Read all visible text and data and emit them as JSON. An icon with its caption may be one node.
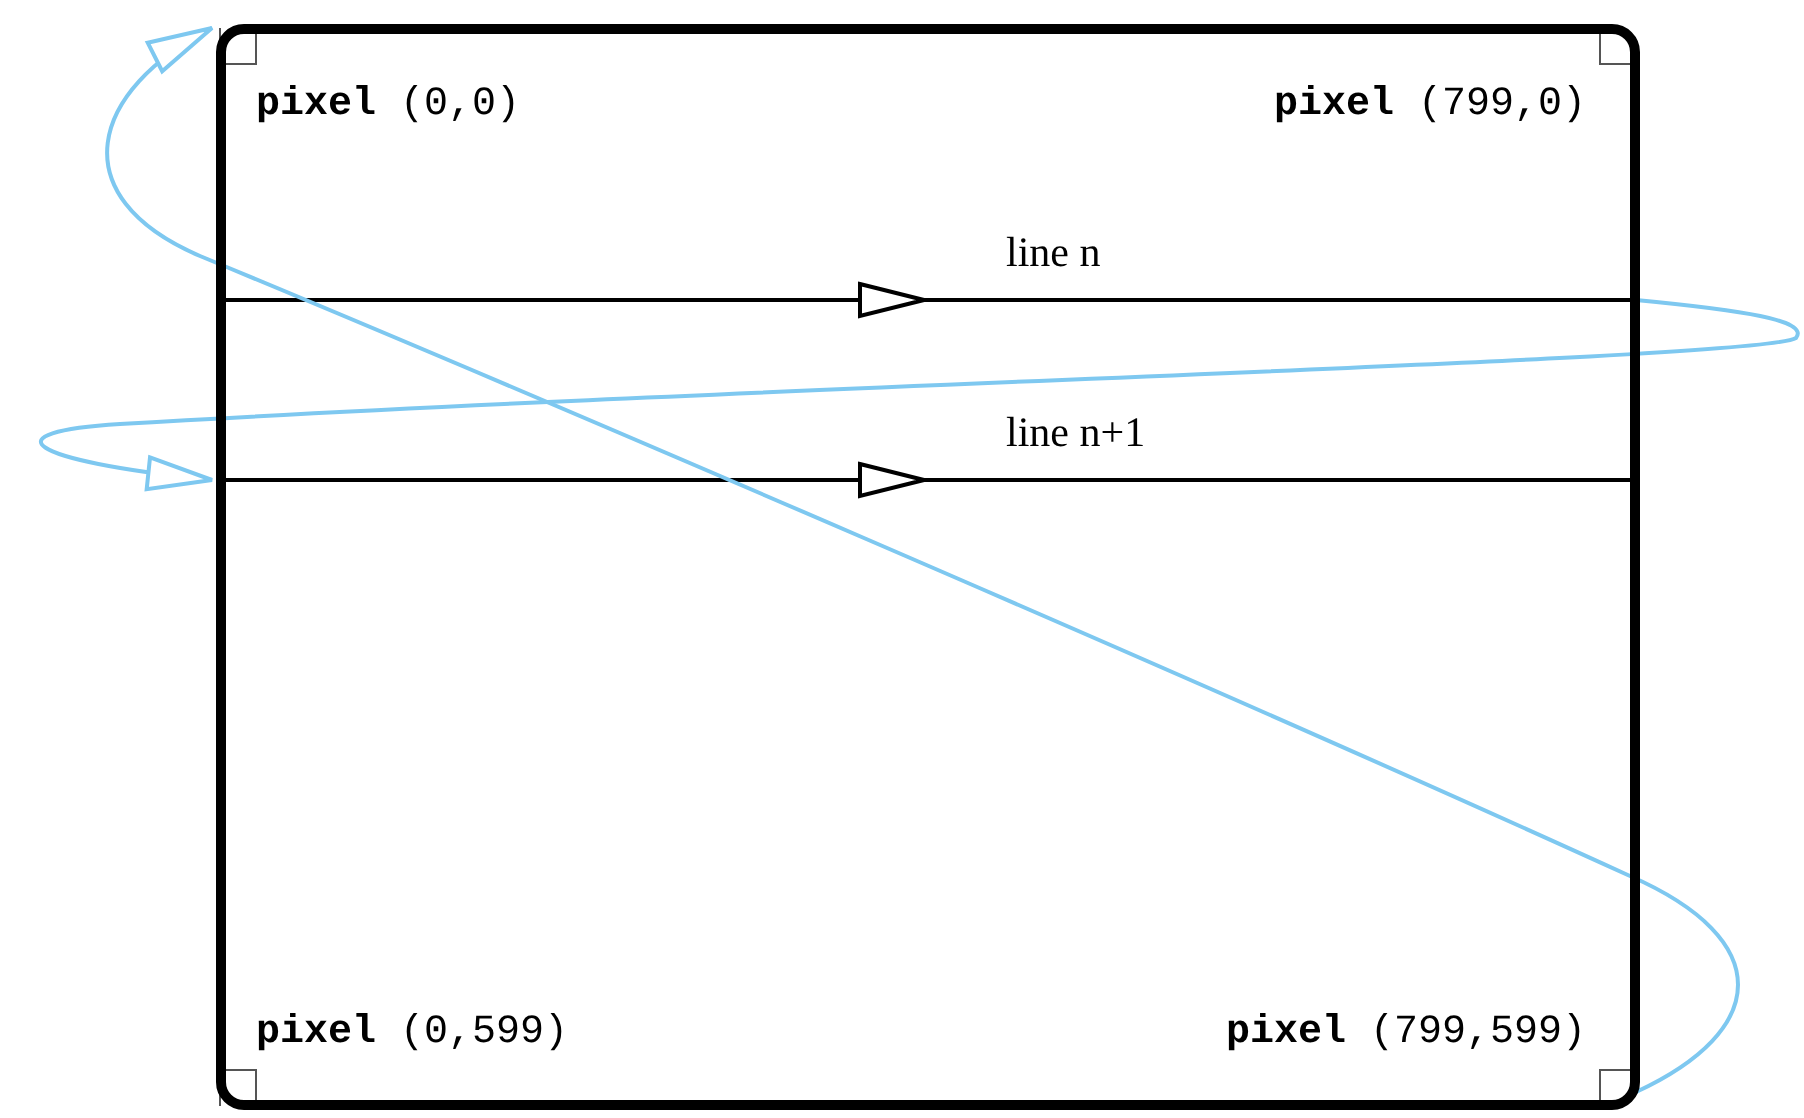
{
  "diagram": {
    "nodes": [
      {
        "text": [
          "**pixel** (0,0)",
          "**pixel** (799,0)",
          "**pixel** (0,599)",
          "**pixel** (799,599)"
        ]
      }
    ],
    "labels": [
      "line n",
      "line n+1"
    ]
  }
}
